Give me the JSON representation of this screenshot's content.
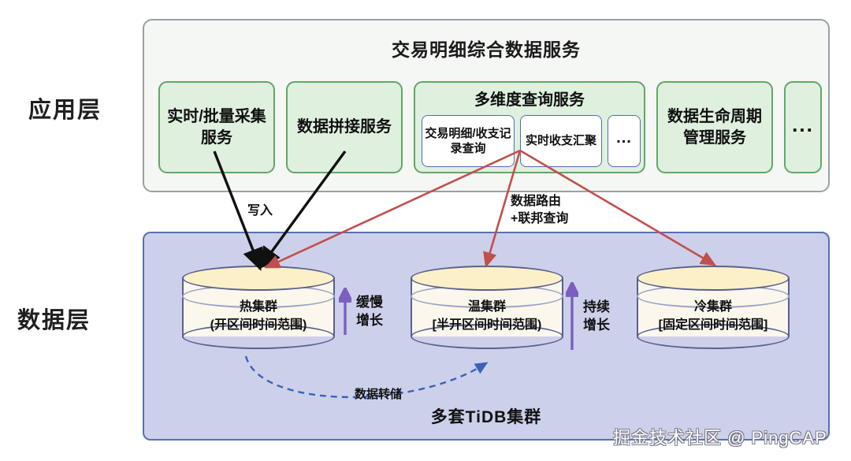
{
  "layers": {
    "application": {
      "label": "应用层"
    },
    "data": {
      "label": "数据层"
    }
  },
  "app_panel": {
    "title": "交易明细综合数据服务",
    "services": [
      {
        "name": "collect",
        "label": "实时/批量采集服务"
      },
      {
        "name": "join",
        "label": "数据拼接服务"
      },
      {
        "name": "query",
        "label": "多维度查询服务"
      },
      {
        "name": "lifecycle",
        "label": "数据生命周期管理服务"
      },
      {
        "name": "more",
        "label": "..."
      }
    ],
    "query_children": [
      {
        "name": "detail",
        "label": "交易明细/收支记录查询"
      },
      {
        "name": "realtime",
        "label": "实时收支汇聚"
      },
      {
        "name": "more",
        "label": "..."
      }
    ]
  },
  "data_panel": {
    "caption": "多套TiDB集群",
    "clusters": [
      {
        "name": "hot",
        "title": "热集群",
        "range": "(开区间时间范围)"
      },
      {
        "name": "warm",
        "title": "温集群",
        "range": "[半开区间时间范围)"
      },
      {
        "name": "cold",
        "title": "冷集群",
        "range": "[固定区间时间范围]"
      }
    ],
    "growth": [
      {
        "name": "slow",
        "label": "缓慢\n增长"
      },
      {
        "name": "continuous",
        "label": "持续\n增长"
      }
    ]
  },
  "edges": {
    "write": "写入",
    "route": "数据路由\n+联邦查询",
    "dump": "数据转储"
  },
  "watermark": "掘金技术社区 @ PingCAP",
  "colors": {
    "app_panel_bg": "#f4f7f3",
    "app_panel_border": "#9aa0a6",
    "service_bg": "#dff0df",
    "service_border": "#63a668",
    "subservice_border": "#4a6fb5",
    "data_panel_bg": "#cdd0ea",
    "data_panel_border": "#5570b5",
    "cylinder_top": "#fcf0c9",
    "cylinder_body": "#fbf7ec",
    "cylinder_border": "#59618f",
    "write_arrow": "#111111",
    "route_arrow": "#c0504d",
    "growth_arrow": "#7a5fc0",
    "dump_arrow": "#3a63b8"
  }
}
